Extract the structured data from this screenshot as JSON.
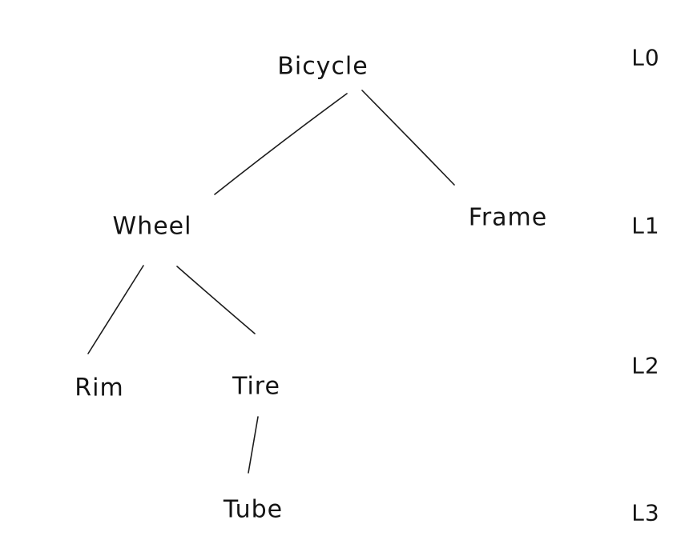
{
  "diagram": {
    "type": "tree",
    "description": "Hand-drawn component hierarchy tree of a bicycle with level annotations",
    "nodes": {
      "bicycle": {
        "label": "Bicycle",
        "level": 0
      },
      "wheel": {
        "label": "Wheel",
        "level": 1
      },
      "frame": {
        "label": "Frame",
        "level": 1
      },
      "rim": {
        "label": "Rim",
        "level": 2
      },
      "tire": {
        "label": "Tire",
        "level": 2
      },
      "tube": {
        "label": "Tube",
        "level": 3
      }
    },
    "edges": [
      {
        "from": "Bicycle",
        "to": "Wheel"
      },
      {
        "from": "Bicycle",
        "to": "Frame"
      },
      {
        "from": "Wheel",
        "to": "Rim"
      },
      {
        "from": "Wheel",
        "to": "Tire"
      },
      {
        "from": "Tire",
        "to": "Tube"
      }
    ],
    "levels": {
      "l0": {
        "label": "L0"
      },
      "l1": {
        "label": "L1"
      },
      "l2": {
        "label": "L2"
      },
      "l3": {
        "label": "L3"
      }
    },
    "colors": {
      "ink": "#1c1c1c",
      "background": "#ffffff"
    }
  }
}
